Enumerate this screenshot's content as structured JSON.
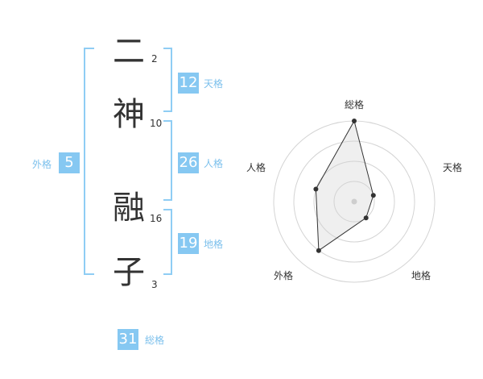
{
  "colors": {
    "accent": "#86c8f2",
    "text": "#333333",
    "bracket": "#8fcdf4"
  },
  "name": {
    "chars": [
      {
        "char": "二",
        "strokes": "2"
      },
      {
        "char": "神",
        "strokes": "10"
      },
      {
        "char": "融",
        "strokes": "16"
      },
      {
        "char": "子",
        "strokes": "3"
      }
    ]
  },
  "kaku": {
    "tenkaku": {
      "value": "12",
      "label": "天格"
    },
    "jinkaku": {
      "value": "26",
      "label": "人格"
    },
    "chikaku": {
      "value": "19",
      "label": "地格"
    },
    "gaikaku": {
      "value": "5",
      "label": "外格"
    },
    "soukaku": {
      "value": "31",
      "label": "総格"
    }
  },
  "chart_data": {
    "type": "radar",
    "axes": [
      "総格",
      "天格",
      "地格",
      "外格",
      "人格"
    ],
    "values": [
      4,
      1,
      1,
      3,
      2
    ],
    "max": 4,
    "rings": 4
  }
}
